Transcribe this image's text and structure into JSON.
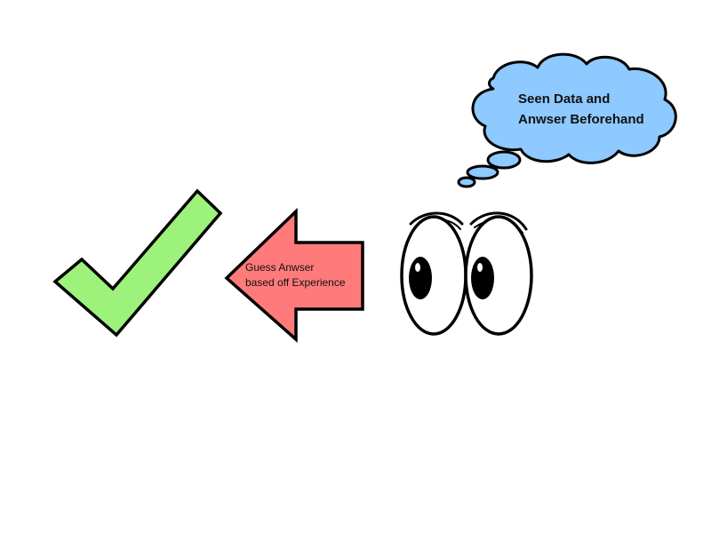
{
  "thought_bubble": {
    "line1": "Seen Data and",
    "line2": "Anwser Beforehand"
  },
  "arrow": {
    "line1": "Guess Anwser",
    "line2": "based off Experience"
  },
  "colors": {
    "bubble_fill": "#8ec9ff",
    "arrow_fill": "#ff7a7a",
    "check_fill": "#9cf27a",
    "outline": "#000000",
    "pupil": "#000000"
  },
  "icons": {
    "check": "checkmark-icon",
    "arrow": "left-arrow-icon",
    "eyes": "eyes-icon",
    "bubble": "thought-bubble-icon"
  }
}
